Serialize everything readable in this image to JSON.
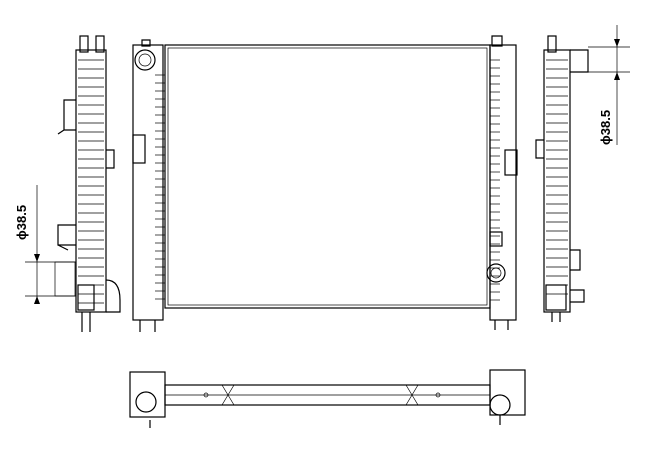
{
  "drawing": {
    "subject": "radiator",
    "dimension_left": "ϕ38.5",
    "dimension_right": "ϕ38.5",
    "line_color": "#000000",
    "background": "#ffffff"
  }
}
